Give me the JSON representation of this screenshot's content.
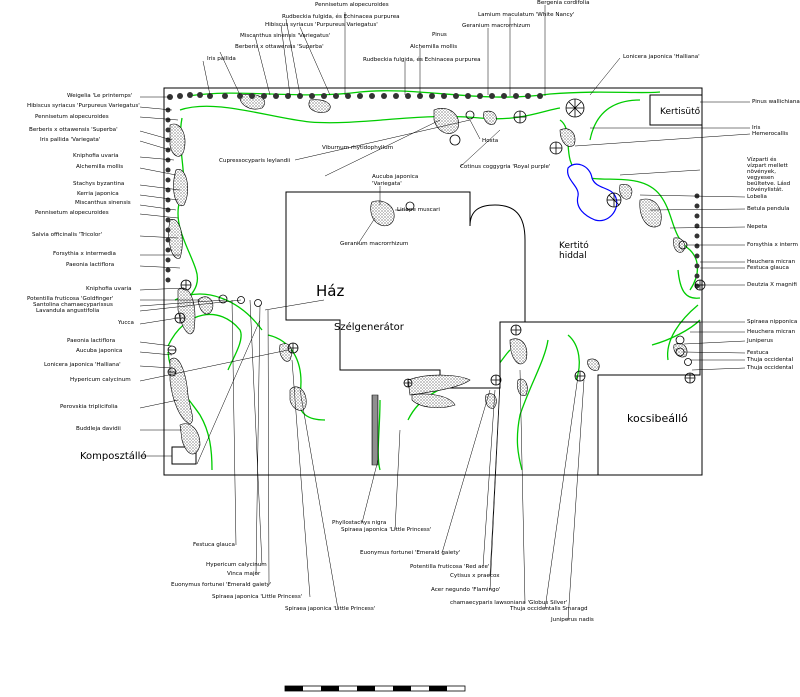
{
  "areas": {
    "haz": "Ház",
    "szelgenerator": "Szélgenerátor",
    "kertito": "Kertitó\nhiddal",
    "kertisuto": "Kertisütő",
    "kocsibeallo": "kocsibeálló",
    "komposztallo": "Komposztálló"
  },
  "labels": [
    {
      "id": "l1",
      "text": "Pennisetum alopecuroides"
    },
    {
      "id": "l2",
      "text": "Rudbeckia fulgida, és Echinacea purpurea"
    },
    {
      "id": "l3",
      "text": "Hibiscus syriacus 'Purpureus Variegatus'"
    },
    {
      "id": "l4",
      "text": "Miscanthus sinensis 'Variegatus'"
    },
    {
      "id": "l5",
      "text": "Berberis x ottawensis 'Superba'"
    },
    {
      "id": "l6",
      "text": "Iris pallida"
    },
    {
      "id": "l7",
      "text": "Alchemilla mollis"
    },
    {
      "id": "l8",
      "text": "Rudbeckia fulgida, és Echinacea purpurea"
    },
    {
      "id": "l9",
      "text": "Geranium macrorrhizum"
    },
    {
      "id": "l10",
      "text": "Lamium maculatum 'White Nancy'"
    },
    {
      "id": "l11",
      "text": "Bergenia cordifolia"
    },
    {
      "id": "l12",
      "text": "Lonicera japonica 'Halliana'"
    },
    {
      "id": "l13",
      "text": "Weigelia 'Le printemps'"
    },
    {
      "id": "l14",
      "text": "Hibiscus syriacus 'Purpureus Variegatus'"
    },
    {
      "id": "l15",
      "text": "Pennisetum alopecuroides"
    },
    {
      "id": "l16",
      "text": "Berberis x ottawensis 'Superba'"
    },
    {
      "id": "l17",
      "text": "Iris pallida 'Variegata'"
    },
    {
      "id": "l18",
      "text": "Kniphofia uvaria"
    },
    {
      "id": "l19",
      "text": "Alchemilla mollis"
    },
    {
      "id": "l20",
      "text": "Stachys byzantina"
    },
    {
      "id": "l21",
      "text": "Kerria japonica"
    },
    {
      "id": "l22",
      "text": "Miscanthus sinensis"
    },
    {
      "id": "l23",
      "text": "Pennisetum alopecuroides"
    },
    {
      "id": "l24",
      "text": "Salvia officinalis 'Tricolor'"
    },
    {
      "id": "l25",
      "text": "Forsythia x intermedia"
    },
    {
      "id": "l26",
      "text": "Paeonia lactiflora"
    },
    {
      "id": "l27",
      "text": "Kniphofia uvaria"
    },
    {
      "id": "l28",
      "text": "Potentilla fruticosa 'Goldfinger'"
    },
    {
      "id": "l29",
      "text": "Santolina chamaecyparissus"
    },
    {
      "id": "l30",
      "text": "Lavandula angustifolia"
    },
    {
      "id": "l31",
      "text": "Yucca"
    },
    {
      "id": "l32",
      "text": "Paeonia lactiflora"
    },
    {
      "id": "l33",
      "text": "Aucuba japonica"
    },
    {
      "id": "l34",
      "text": "Lonicera japonica 'Halliana'"
    },
    {
      "id": "l35",
      "text": "Hypericum calycinum"
    },
    {
      "id": "l36",
      "text": "Perovskia triplicifolia"
    },
    {
      "id": "l37",
      "text": "Buddleja davidii"
    },
    {
      "id": "l38",
      "text": "Cupressocyparis leylandii"
    },
    {
      "id": "l39",
      "text": "Viburnum rhytidophyllum"
    },
    {
      "id": "l40",
      "text": "Hosta"
    },
    {
      "id": "l41",
      "text": "Cotinus coggygria 'Royal purple'"
    },
    {
      "id": "l42",
      "text": "Aucuba japonica\n'Variegata'"
    },
    {
      "id": "l43",
      "text": "Liriope muscari"
    },
    {
      "id": "l44",
      "text": "Geranium macrorrhizum"
    },
    {
      "id": "l45",
      "text": "Pinus wallichiana"
    },
    {
      "id": "l46",
      "text": "Iris"
    },
    {
      "id": "l47",
      "text": "Hemerocallis"
    },
    {
      "id": "l48",
      "text": "Vízparti és\nvízpart mellett\nnövények,\nvegyesen\nbeültetve. Lásd\nnövénylistát."
    },
    {
      "id": "l49",
      "text": "Lobelia"
    },
    {
      "id": "l50",
      "text": "Betula pendula"
    },
    {
      "id": "l51",
      "text": "Nepeta"
    },
    {
      "id": "l52",
      "text": "Forsythia x interm"
    },
    {
      "id": "l53",
      "text": "Heuchera micran"
    },
    {
      "id": "l54",
      "text": "Festuca glauca"
    },
    {
      "id": "l55",
      "text": "Deutzia X magnifi"
    },
    {
      "id": "l56",
      "text": "Spiraea nipponica"
    },
    {
      "id": "l57",
      "text": "Heuchera micran"
    },
    {
      "id": "l58",
      "text": "Juniperus"
    },
    {
      "id": "l59",
      "text": "Festuca"
    },
    {
      "id": "l60",
      "text": "Thuja occidental"
    },
    {
      "id": "l61",
      "text": "Thuja occidental"
    },
    {
      "id": "l62",
      "text": "Festuca glauca"
    },
    {
      "id": "l63",
      "text": "Hypericum calycinum"
    },
    {
      "id": "l64",
      "text": "Vinca major"
    },
    {
      "id": "l65",
      "text": "Euonymus fortunei 'Emerald gaiety'"
    },
    {
      "id": "l66",
      "text": "Spiraea japonica 'Little Princess'"
    },
    {
      "id": "l67",
      "text": "Spiraea japonica 'Little Princess'"
    },
    {
      "id": "l68",
      "text": "Phyllostachys nigra"
    },
    {
      "id": "l69",
      "text": "Spiraea japonica 'Little Princess'"
    },
    {
      "id": "l70",
      "text": "Euonymus fortunei 'Emerald gaiety'"
    },
    {
      "id": "l71",
      "text": "Potentilla fruticosa 'Red ace'"
    },
    {
      "id": "l72",
      "text": "Cytisus x praecox"
    },
    {
      "id": "l73",
      "text": "Acer negundo 'Flamingo'"
    },
    {
      "id": "l74",
      "text": "chamaecyparis lawsoniana 'Globus Silver'"
    },
    {
      "id": "l75",
      "text": "Thuja occidentalis Smaragd"
    },
    {
      "id": "l76",
      "text": "Juniperus nadis"
    },
    {
      "id": "l77",
      "text": "Pinus"
    }
  ],
  "colors": {
    "line": "#000000",
    "path": "#00cc00",
    "pond": "#0000ff",
    "stipple": "#555555"
  }
}
